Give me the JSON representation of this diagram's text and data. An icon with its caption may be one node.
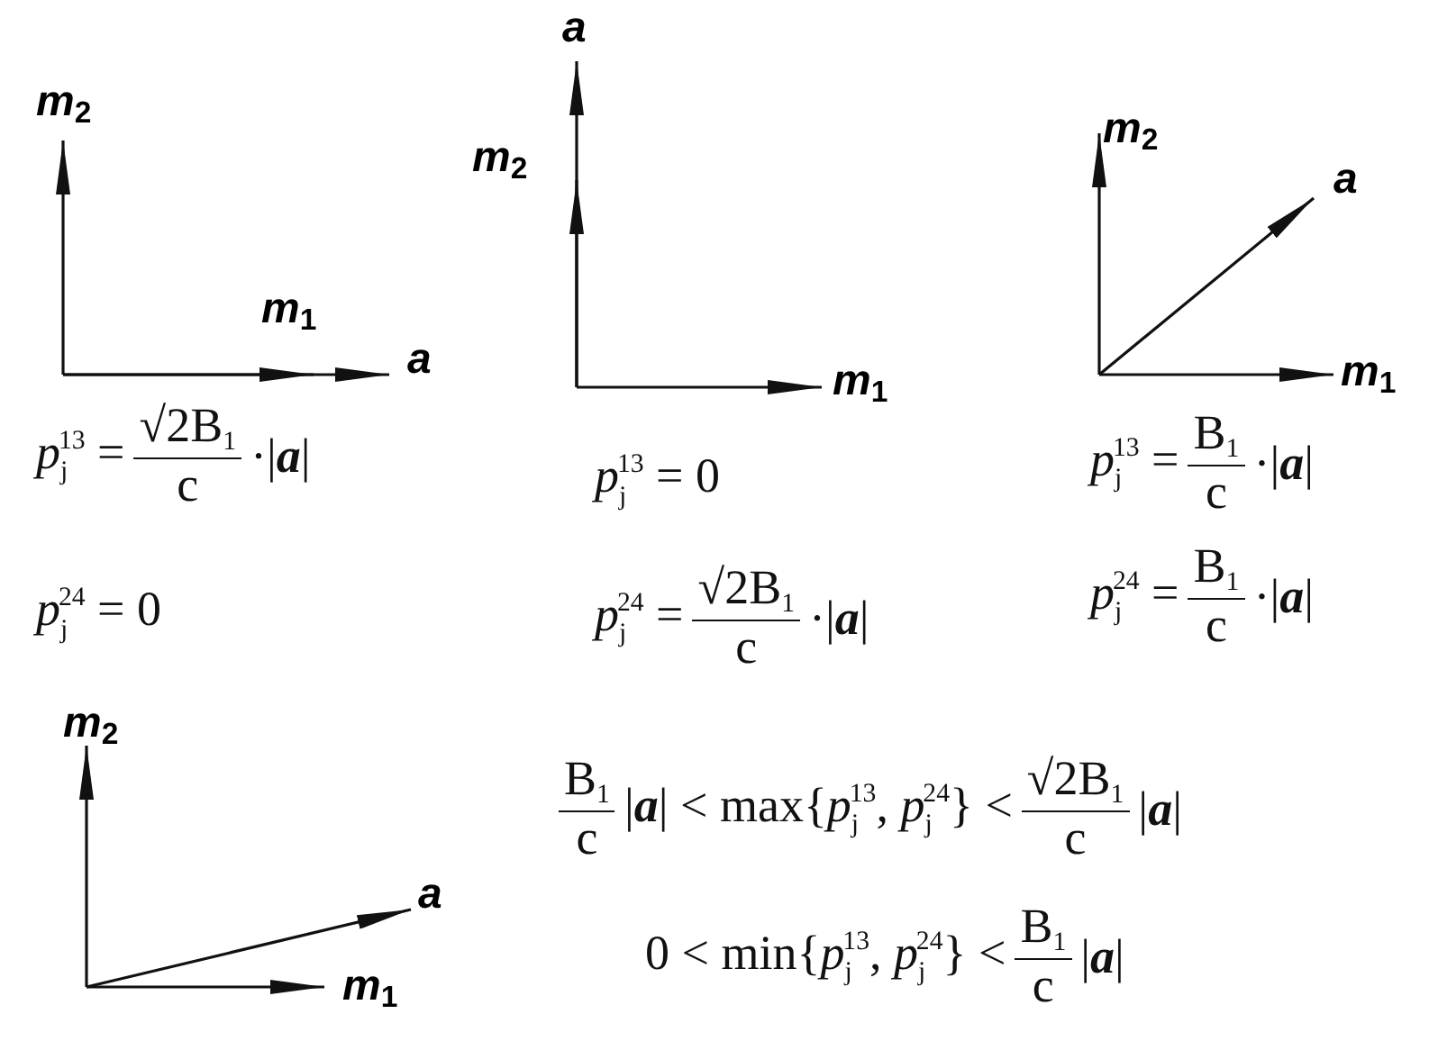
{
  "diagram": {
    "labels": [
      "*m*$_{2}$",
      "*m*$_{1}$",
      "a",
      "a",
      "*m*$_{2}$",
      "*m*$_{1}$",
      "*m*$_{2}$",
      "a",
      "*m*$_{1}$",
      "*p*$_{j}$$^{13}$ =",
      "√2B$_{1}$",
      "c",
      "·|**a**|",
      "*p*$_{j}$$^{13}$ = 0",
      "*p*$_{j}$$^{13}$ =",
      "B$_{1}$",
      "c",
      "·|**a**|",
      "*p*$_{j}$$^{24}$ = 0",
      "*p*$_{j}$$^{24}$ =",
      "√2B$_{1}$",
      "c",
      "·|**a**|",
      "*p*$_{j}$$^{24}$ =",
      "B$_{1}$",
      "c",
      "·|**a**|",
      "*m*$_{2}$",
      "B$_{1}$",
      "c",
      "|**a**| < max{*p*$_{j}$$^{13}$, *p*$_{j}$$^{24}$} <",
      "√2B$_{1}$",
      "c",
      "|**a**|",
      "a",
      "*m*$_{1}$",
      "0 < min{*p*$_{j}$$^{13}$, *p*$_{j}$$^{24}$} <",
      "B$_{1}$",
      "c",
      "|**a**|"
    ]
  }
}
